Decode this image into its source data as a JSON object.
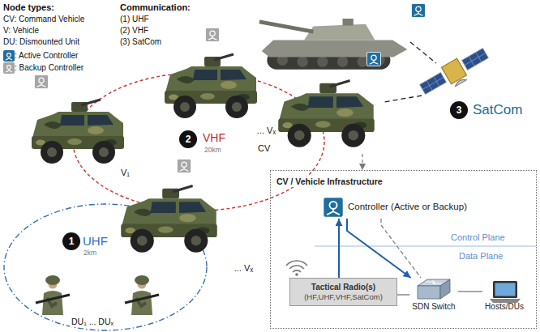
{
  "diagram": {
    "nodes": [
      {
        "text": [
          "... Vₓ"
        ]
      },
      {
        "text": [
          "V₁"
        ]
      },
      {
        "text": [
          "2"
        ]
      },
      {
        "text": [
          "CV"
        ]
      },
      {
        "text": [
          "3"
        ]
      },
      {
        "text": [
          "... Vₓ"
        ]
      },
      {
        "text": [
          "1"
        ]
      },
      {
        "text": [
          "CV / Vehicle Infrastructure"
        ]
      },
      {
        "text": [
          "Controller (Active or Backup)"
        ],
        "in": 7
      },
      {
        "text": [
          "Tactical Radio(s)",
          "(HF,UHF,VHF,SatCom)"
        ],
        "in": 7
      },
      {
        "text": [
          "SDN Switch"
        ],
        "in": 7
      },
      {
        "text": [
          "Hosts/DUs"
        ],
        "in": 7
      }
    ],
    "edges": [
      {
        "from": 3,
        "to": 7,
        "arrow": "to"
      },
      {
        "from": 9,
        "to": 8,
        "arrow": "to"
      },
      {
        "from": 8,
        "to": 10,
        "arrow": "to"
      },
      {
        "from": 8,
        "to": 10,
        "arrow": "none"
      },
      {
        "from": 9,
        "to": 10,
        "arrow": "none"
      },
      {
        "from": 10,
        "to": 11,
        "arrow": "none"
      }
    ],
    "labels": [
      "Node types:",
      "CV: Command Vehicle",
      "V: Vehicle",
      "DU: Dismounted Unit",
      "Communication:",
      "(1) UHF",
      "(2) VHF",
      "(3) SatCom",
      "UHF",
      "2km",
      "VHF",
      "20km",
      "SatCom",
      "DU₁ ... DUₓ",
      "Control Plane",
      "Data Plane"
    ],
    "legend": [
      {
        "text": ": Active Controller",
        "color": "#1f6e9e"
      },
      {
        "text": ": Backup Controller",
        "color": "#a6a6a6"
      }
    ]
  }
}
